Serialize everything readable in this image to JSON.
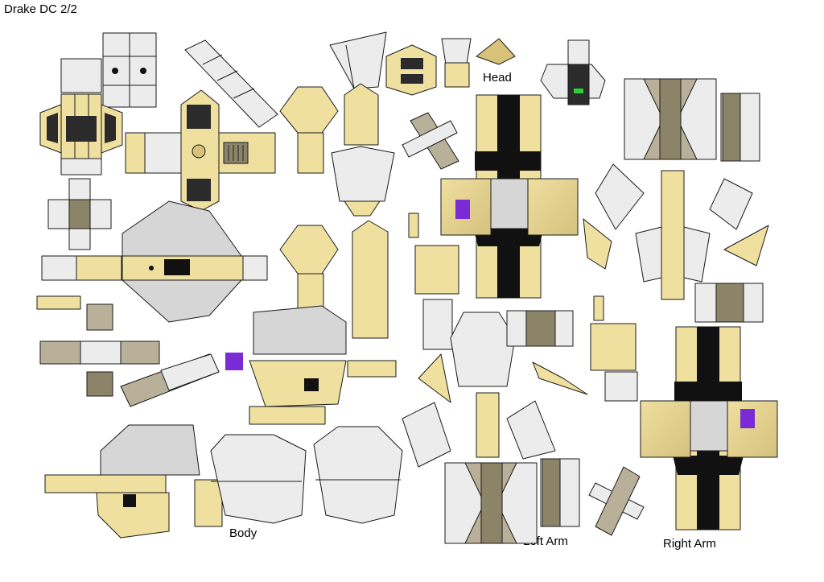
{
  "sheet": {
    "title": "Drake DC 2/2"
  },
  "labels": {
    "head": "Head",
    "body": "Body",
    "left_arm": "Left Arm",
    "right_arm": "Right Arm"
  },
  "colors": {
    "armor_tan": "#efe0a0",
    "armor_tan_dark": "#d8c27a",
    "panel_grey": "#d6d6d6",
    "panel_light": "#ececec",
    "frame_khaki": "#8c8468",
    "frame_khaki_light": "#b8b098",
    "dark_recess": "#2b2b2b",
    "black_stripe": "#111111",
    "cockpit_purple": "#7a2bd6",
    "indicator_green": "#2fd13b",
    "outline": "#1a1a1a"
  }
}
